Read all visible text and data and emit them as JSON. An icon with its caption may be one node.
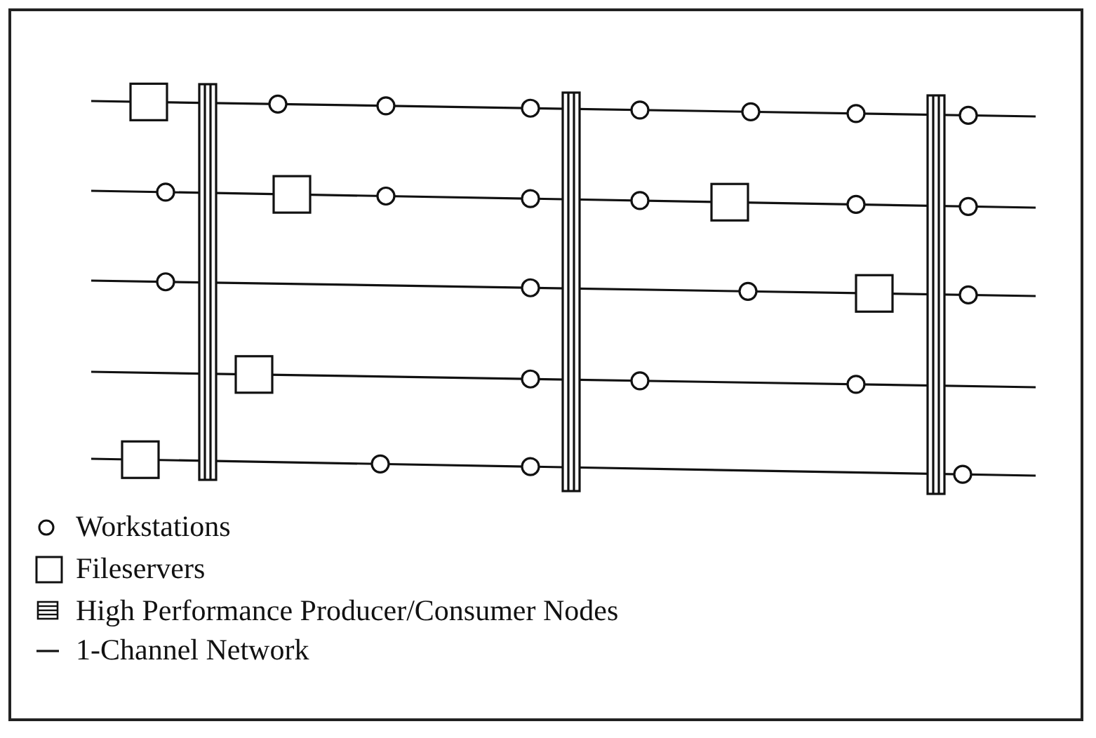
{
  "diagram": {
    "legend": [
      {
        "text": "Workstations"
      },
      {
        "text": "Fileservers"
      },
      {
        "text": "High Performance Producer/Consumer Nodes"
      },
      {
        "text": "1-Channel Network"
      }
    ]
  }
}
